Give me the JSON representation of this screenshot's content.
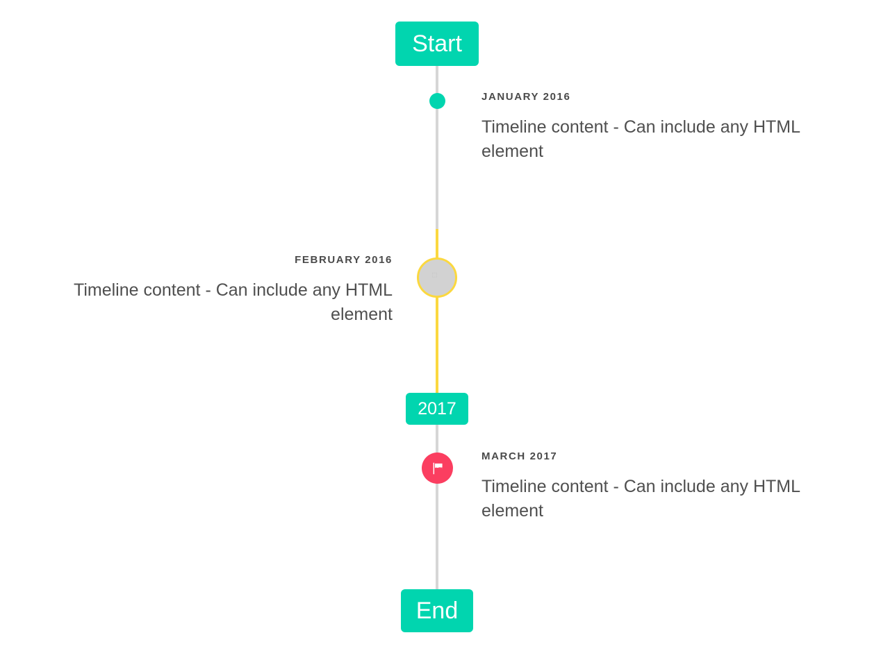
{
  "colors": {
    "accent_teal": "#01d5af",
    "accent_yellow": "#fbd83f",
    "accent_pink": "#fb3e60",
    "line_gray": "#d6d6d6",
    "marker_gray": "#d2d2d2",
    "text_dark": "#4a4a4a",
    "text_body": "#4f4f4f",
    "background": "#ffffff"
  },
  "badges": {
    "start": "Start",
    "year": "2017",
    "end": "End"
  },
  "entries": [
    {
      "date": "JANUARY 2016",
      "body": "Timeline content - Can include any HTML element",
      "side": "right",
      "marker": "dot-icon"
    },
    {
      "date": "FEBRUARY 2016",
      "body": "Timeline content - Can include any HTML element",
      "side": "left",
      "marker": "broken-image-icon"
    },
    {
      "date": "MARCH 2017",
      "body": "Timeline content - Can include any HTML element",
      "side": "right",
      "marker": "flag-icon"
    }
  ],
  "markers": {
    "broken_glyph": "⬚"
  }
}
